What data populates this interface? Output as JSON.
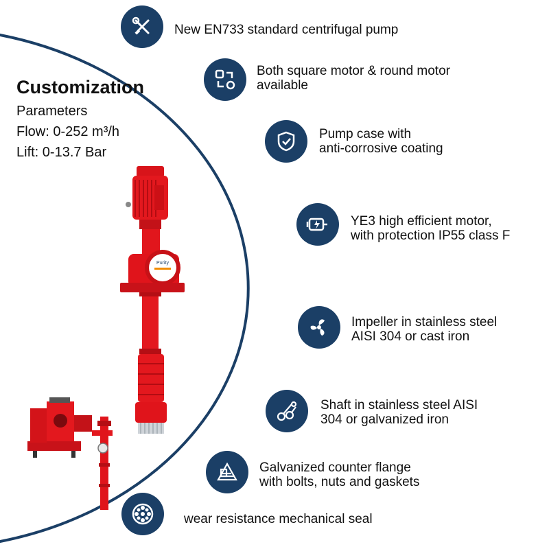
{
  "customization": {
    "title": "Customization",
    "lines": [
      "Parameters",
      "Flow: 0-252 m³/h",
      "Lift: 0-13.7 Bar"
    ]
  },
  "logo_text": "Purity",
  "features": [
    {
      "icon": "tools-icon",
      "lines": [
        "New EN733 standard centrifugal pump"
      ]
    },
    {
      "icon": "swap-icon",
      "lines": [
        "Both square motor & round motor",
        "available"
      ]
    },
    {
      "icon": "shield-check-icon",
      "lines": [
        "Pump case with",
        "anti-corrosive coating"
      ]
    },
    {
      "icon": "motor-icon",
      "lines": [
        "YE3 high efficient motor,",
        "with protection IP55 class F"
      ]
    },
    {
      "icon": "fan-icon",
      "lines": [
        "Impeller in stainless steel",
        "AISI 304 or cast iron"
      ]
    },
    {
      "icon": "pipes-icon",
      "lines": [
        "Shaft in stainless steel AISI",
        "304 or galvanized iron"
      ]
    },
    {
      "icon": "flange-icon",
      "lines": [
        "Galvanized counter flange",
        "with bolts, nuts and gaskets"
      ]
    },
    {
      "icon": "bearing-icon",
      "lines": [
        "wear resistance mechanical seal"
      ]
    }
  ],
  "colors": {
    "accent": "#1b3f66",
    "pump_red": "#e0141b"
  }
}
